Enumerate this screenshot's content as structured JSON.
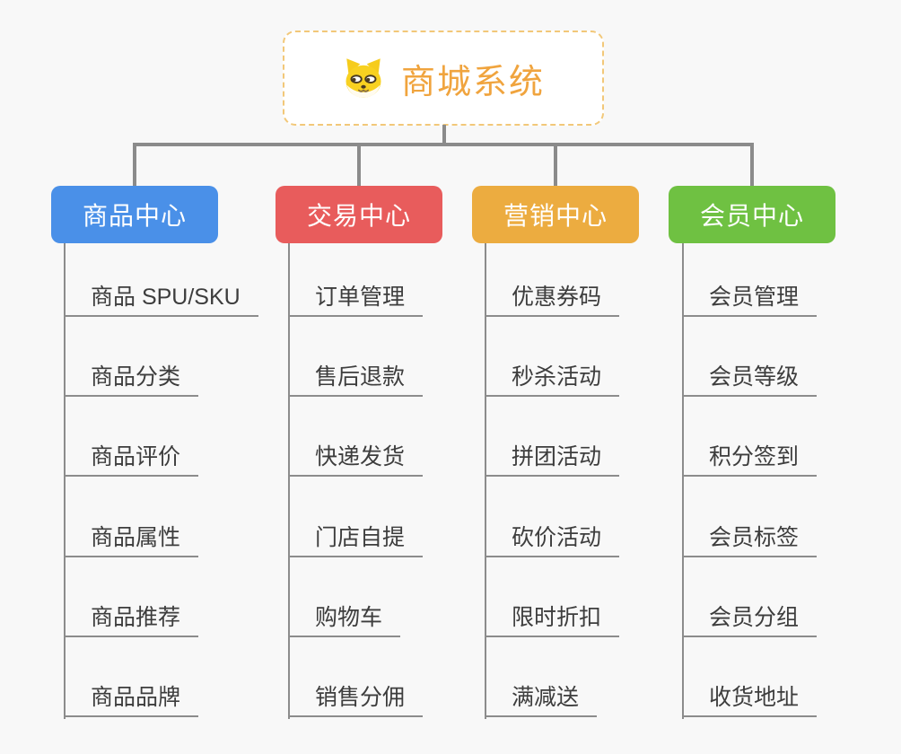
{
  "root": {
    "label": "商城系统",
    "icon": "dog-face-icon",
    "text_color": "#f0a43e",
    "border_color": "#f2c879"
  },
  "connector_color": "#8b8b8b",
  "branches": [
    {
      "label": "商品中心",
      "color": "#4a90e8",
      "items": [
        "商品 SPU/SKU",
        "商品分类",
        "商品评价",
        "商品属性",
        "商品推荐",
        "商品品牌"
      ]
    },
    {
      "label": "交易中心",
      "color": "#e85c5c",
      "items": [
        "订单管理",
        "售后退款",
        "快递发货",
        "门店自提",
        "购物车",
        "销售分佣"
      ]
    },
    {
      "label": "营销中心",
      "color": "#ecac40",
      "items": [
        "优惠券码",
        "秒杀活动",
        "拼团活动",
        "砍价活动",
        "限时折扣",
        "满减送"
      ]
    },
    {
      "label": "会员中心",
      "color": "#6fc142",
      "items": [
        "会员管理",
        "会员等级",
        "积分签到",
        "会员标签",
        "会员分组",
        "收货地址"
      ]
    }
  ]
}
